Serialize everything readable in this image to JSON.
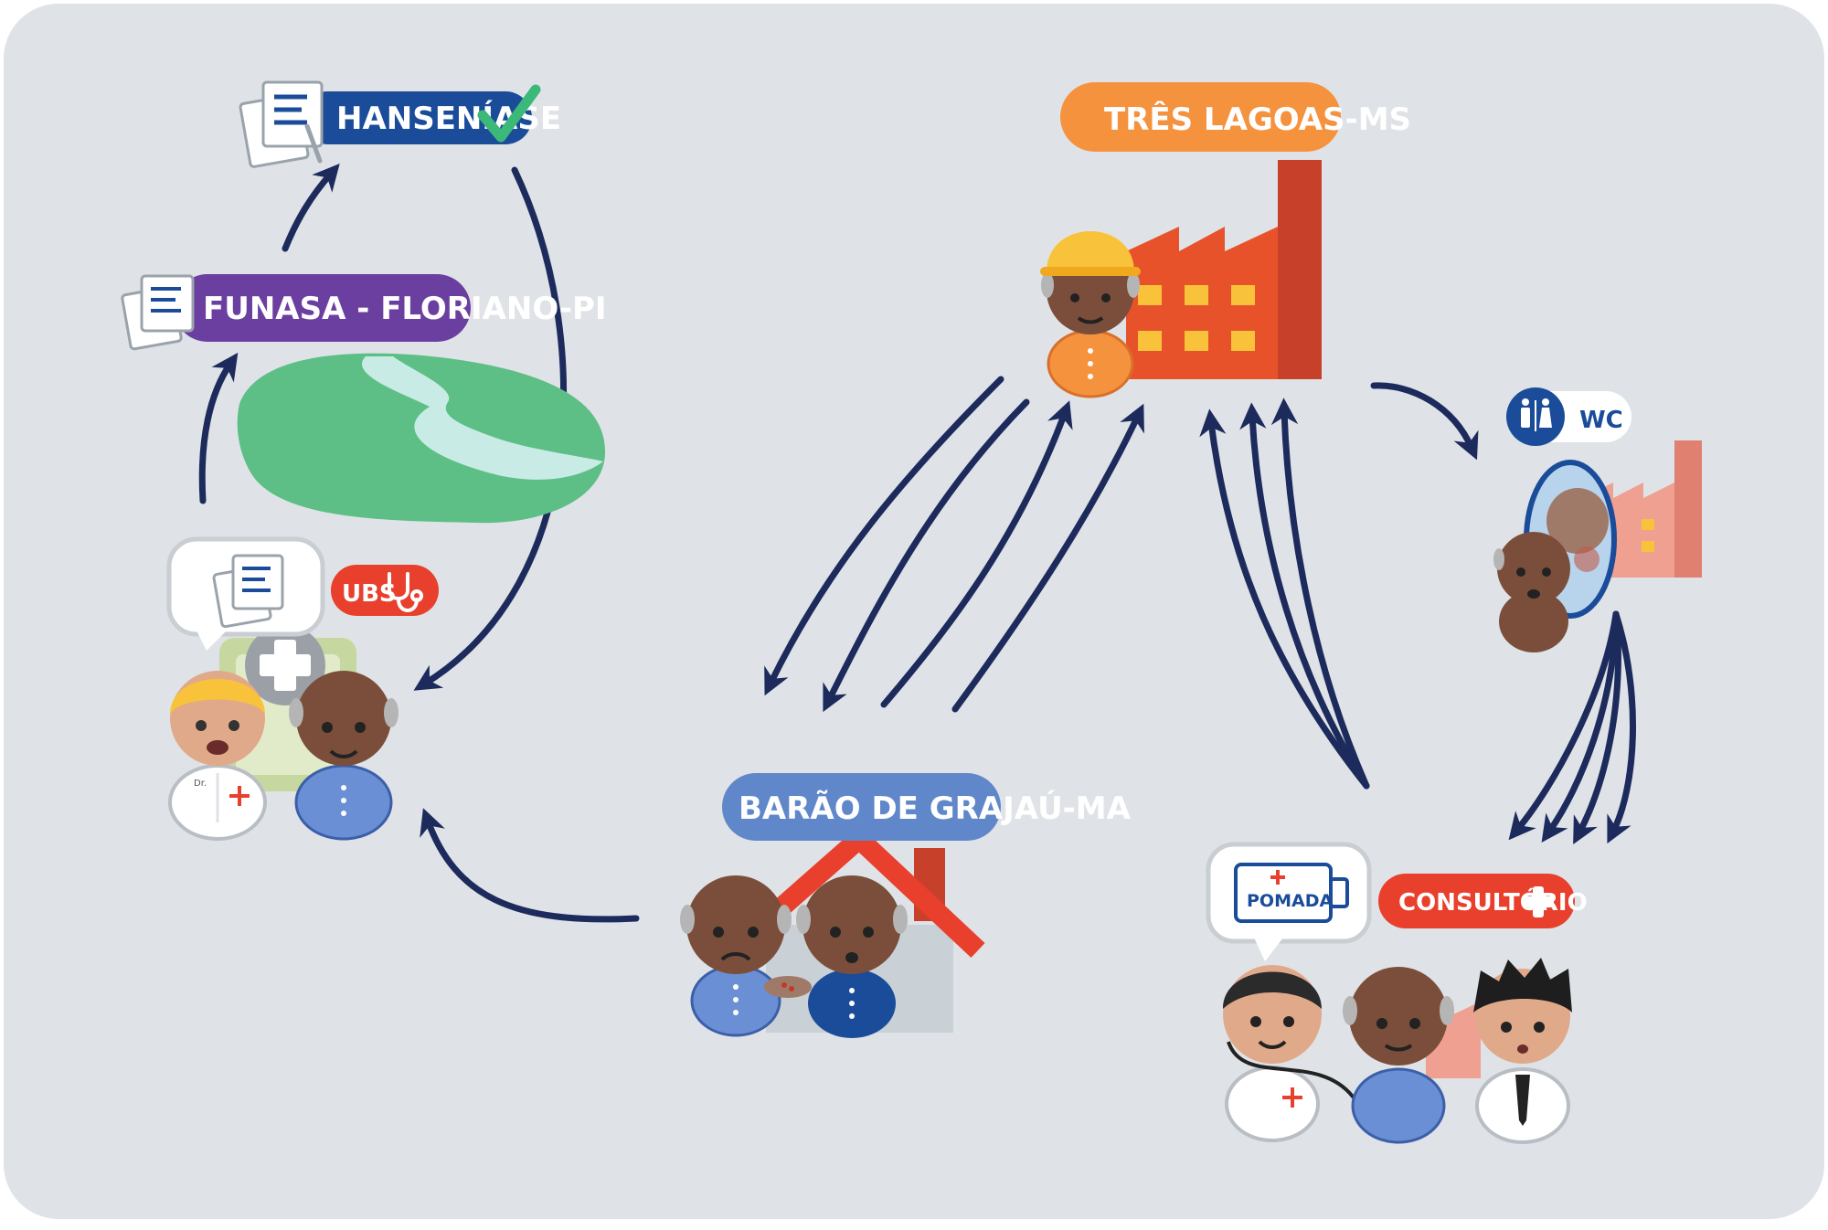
{
  "labels": {
    "hanseniase": "HANSENÍASE",
    "funasa": "FUNASA - FLORIANO-PI",
    "ubs": "UBS",
    "tres_lagoas": "TRÊS LAGOAS-MS",
    "wc": "WC",
    "barao": "BARÃO DE GRAJAÚ-MA",
    "consultorio": "CONSULTÓRIO",
    "pomada": "POMADA",
    "doctor_badge": "Dr."
  },
  "colors": {
    "background": "#dfe3e7",
    "arrow": "#1d2a5c",
    "hanseniase": "#1a4c9a",
    "check": "#3cb878",
    "funasa": "#6b3fa0",
    "ubs": "#e8402c",
    "tres_lagoas": "#f5923e",
    "factory": "#e8522a",
    "wc": "#1a4c9a",
    "barao": "#5f87c9",
    "consultorio": "#e8402c",
    "river_land": "#5dbf85",
    "river_water": "#c8ebe6"
  },
  "icons": {
    "document": "document-clip-icon",
    "check": "checkmark-icon",
    "stethoscope": "stethoscope-icon",
    "medical_cross": "medical-cross-icon",
    "restroom": "restroom-icon",
    "factory": "factory-icon",
    "house": "house-icon",
    "ointment": "ointment-tube-icon"
  }
}
